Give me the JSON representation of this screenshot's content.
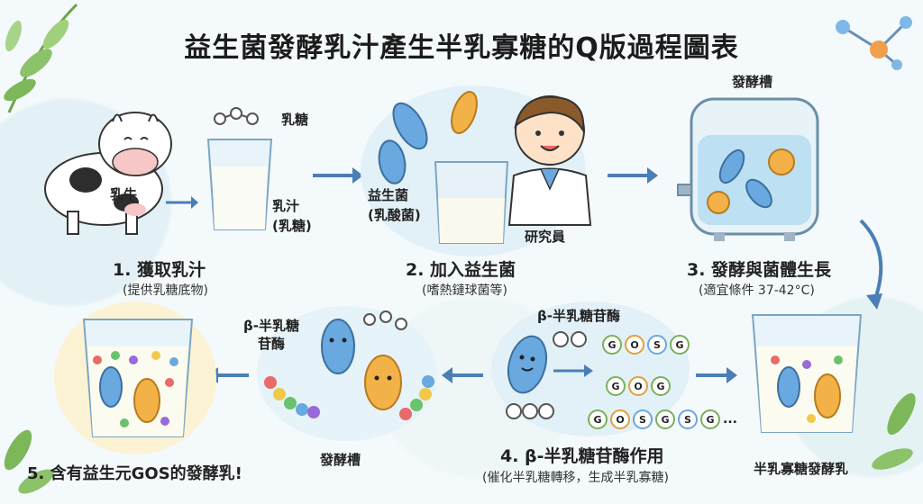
{
  "title": "益生菌發酵乳汁產生半乳寡糖的Q版過程圖表",
  "steps": {
    "s1": {
      "label": "1. 獲取乳汁",
      "sub": "(提供乳糖底物)"
    },
    "s2": {
      "label": "2. 加入益生菌",
      "sub": "(嗜熱鏈球菌等)"
    },
    "s3": {
      "label": "3. 發酵與菌體生長",
      "sub": "(適宜條件 37-42°C)"
    },
    "s4": {
      "label": "4. β-半乳糖苷酶作用",
      "sub": "(催化半乳糖轉移，生成半乳寡糖)"
    },
    "s5": {
      "label": "5. 含有益生元GOS的發酵乳!"
    }
  },
  "labels": {
    "lactose": "乳糖",
    "cow": "乳牛",
    "milk_line1": "乳汁",
    "milk_line2": "(乳糖)",
    "probiotic_line1": "益生菌",
    "probiotic_line2": "(乳酸菌)",
    "researcher": "研究員",
    "tank": "發酵槽",
    "enzyme_top": "β-半乳糖苷酶",
    "enzyme_left_line1": "β-半乳糖",
    "enzyme_left_line2": "苷酶",
    "tank_bottom": "發酵槽",
    "gos_milk": "半乳寡糖發酵乳",
    "gos_chain1": [
      "G",
      "O",
      "S",
      "G"
    ],
    "gos_chain2": [
      "G",
      "O",
      "G"
    ],
    "gos_chain3": [
      "G",
      "O",
      "S",
      "G",
      "S",
      "G"
    ],
    "ellipsis": "..."
  },
  "colors": {
    "arrow": "#4a7fb5",
    "bacteria_blue": "#6aa8e0",
    "bacteria_orange": "#f2b248",
    "leaf": "#8cc26a"
  }
}
